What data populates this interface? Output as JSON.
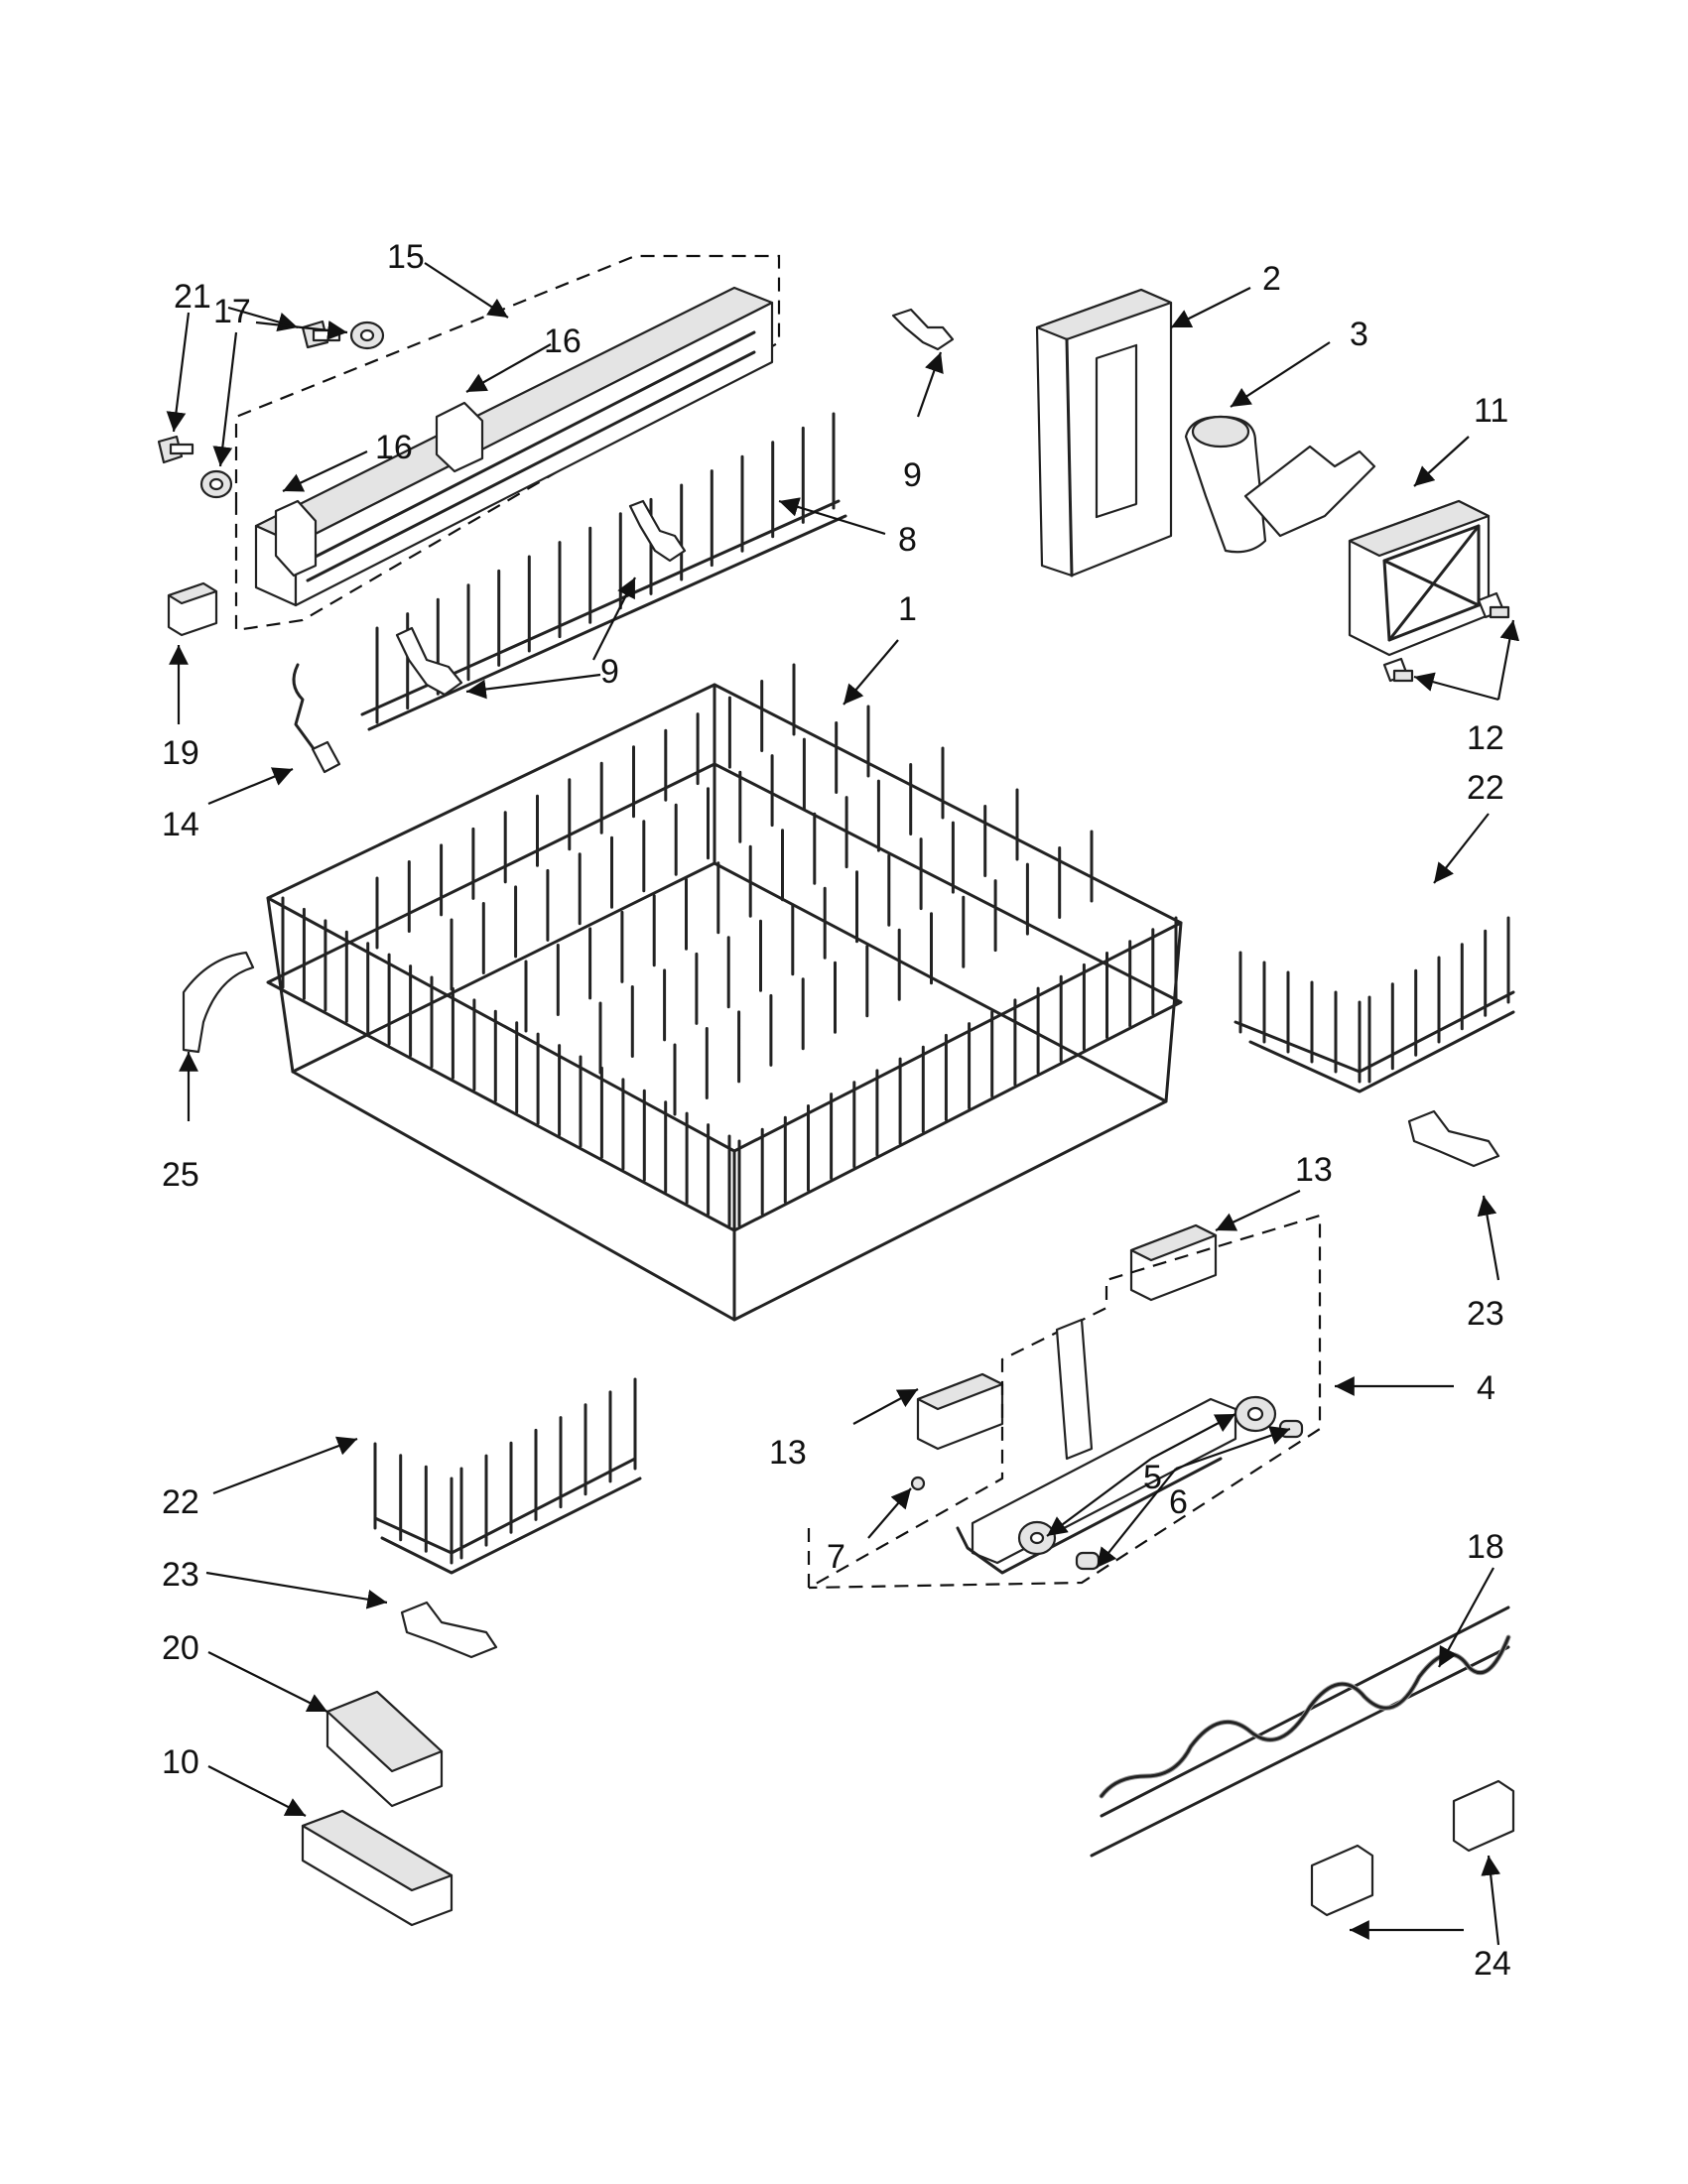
{
  "diagram": {
    "callouts": [
      {
        "id": "c15",
        "label": "15"
      },
      {
        "id": "c21",
        "label": "21"
      },
      {
        "id": "c16a",
        "label": "16"
      },
      {
        "id": "c17",
        "label": "17"
      },
      {
        "id": "c16b",
        "label": "16"
      },
      {
        "id": "c2",
        "label": "2"
      },
      {
        "id": "c3",
        "label": "3"
      },
      {
        "id": "c9a",
        "label": "9"
      },
      {
        "id": "c11",
        "label": "11"
      },
      {
        "id": "c8",
        "label": "8"
      },
      {
        "id": "c1",
        "label": "1"
      },
      {
        "id": "c9b",
        "label": "9"
      },
      {
        "id": "c19",
        "label": "19"
      },
      {
        "id": "c12",
        "label": "12"
      },
      {
        "id": "c14",
        "label": "14"
      },
      {
        "id": "c22a",
        "label": "22"
      },
      {
        "id": "c25",
        "label": "25"
      },
      {
        "id": "c13a",
        "label": "13"
      },
      {
        "id": "c23a",
        "label": "23"
      },
      {
        "id": "c4",
        "label": "4"
      },
      {
        "id": "c13b",
        "label": "13"
      },
      {
        "id": "c5",
        "label": "5"
      },
      {
        "id": "c22b",
        "label": "22"
      },
      {
        "id": "c6",
        "label": "6"
      },
      {
        "id": "c7",
        "label": "7"
      },
      {
        "id": "c23b",
        "label": "23"
      },
      {
        "id": "c18",
        "label": "18"
      },
      {
        "id": "c20",
        "label": "20"
      },
      {
        "id": "c10",
        "label": "10"
      },
      {
        "id": "c24",
        "label": "24"
      }
    ]
  }
}
